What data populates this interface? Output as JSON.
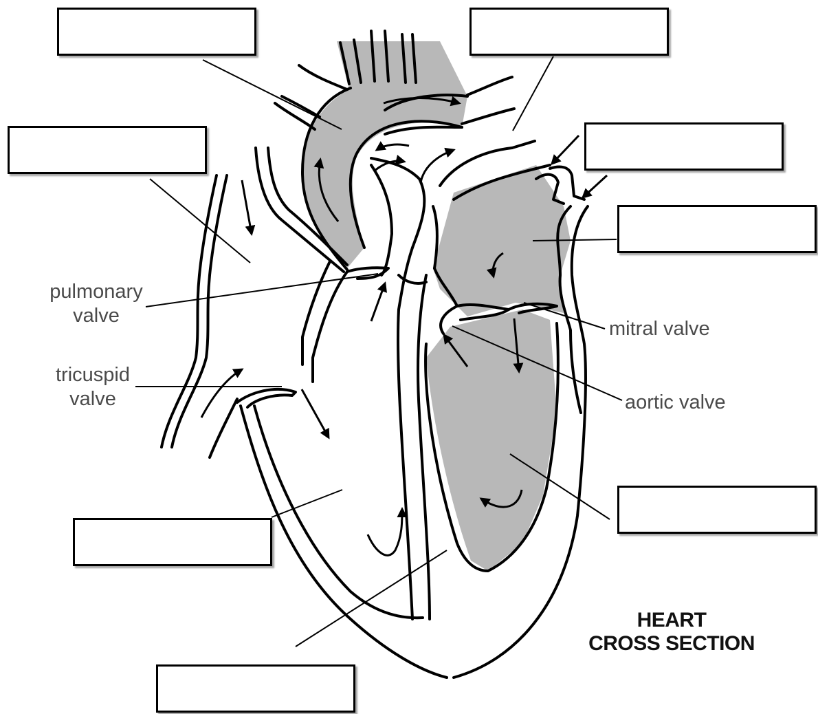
{
  "labels": {
    "pulmonary_valve": [
      "pulmonary",
      "valve"
    ],
    "tricuspid_valve": [
      "tricuspid",
      "valve"
    ],
    "mitral_valve": "mitral valve",
    "aortic_valve": "aortic valve"
  },
  "title": [
    "HEART",
    "CROSS SECTION"
  ],
  "colors": {
    "oxygenated_fill": "#b8b8b8",
    "outline": "#000000",
    "label_text": "#4a4a4a"
  },
  "blank_label_boxes": 8
}
